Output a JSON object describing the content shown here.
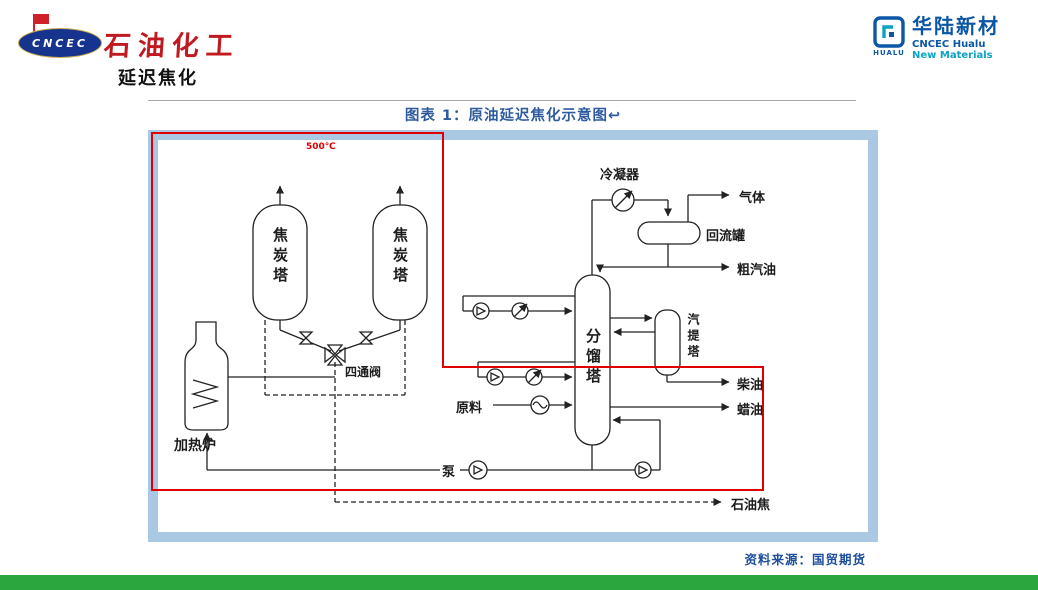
{
  "colors": {
    "brand_red": "#c01920",
    "figure_title_blue": "#2e5b9e",
    "frame_blue": "#aac8e4",
    "annotation_red": "#e10000",
    "source_blue": "#1f4e9c",
    "footer_green": "#2aa63c",
    "logo_blue": "#0b57a5",
    "logo_teal": "#0aa3c2"
  },
  "header": {
    "cncec_text": "CNCEC",
    "brand": "石油化工",
    "hualu": {
      "name": "华陆新材",
      "mark": "HUALU",
      "line1": "CNCEC Hualu",
      "line2": "New Materials"
    }
  },
  "page": {
    "title": "延迟焦化"
  },
  "figure": {
    "title": "图表 1：原油延迟焦化示意图↩",
    "source": "资料来源：国贸期货",
    "annotations": {
      "temperature": "500℃"
    },
    "labels": {
      "coke_tower_1": "焦炭塔",
      "coke_tower_2": "焦炭塔",
      "heater": "加热炉",
      "four_way_valve": "四通阀",
      "fractionator": "分馏塔",
      "condenser": "冷凝器",
      "reflux_tank": "回流罐",
      "stripper": "汽提塔",
      "gas": "气体",
      "crude_gasoline": "粗汽油",
      "diesel": "柴油",
      "wax_oil": "蜡油",
      "petroleum_coke": "石油焦",
      "feed": "原料",
      "pump": "泵"
    }
  }
}
